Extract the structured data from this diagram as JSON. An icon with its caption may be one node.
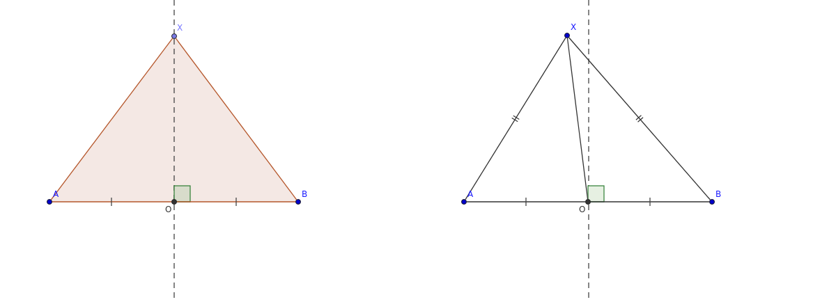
{
  "diagram": {
    "nodes": [
      {
        "text": [
          "A"
        ]
      },
      {
        "text": [
          "X"
        ]
      },
      {
        "text": [
          "B"
        ]
      },
      {
        "text": [
          "O"
        ]
      },
      {
        "text": [
          "A"
        ]
      },
      {
        "text": [
          "X"
        ]
      },
      {
        "text": [
          "B"
        ]
      },
      {
        "text": [
          "O"
        ]
      }
    ],
    "edges": [
      {
        "from": 0,
        "to": 1,
        "arrow": "none",
        "color": "#b5562a"
      },
      {
        "from": 1,
        "to": 2,
        "arrow": "none",
        "color": "#b5562a"
      },
      {
        "from": 0,
        "to": 3,
        "arrow": "none",
        "color": "#b5562a"
      },
      {
        "from": 3,
        "to": 2,
        "arrow": "none",
        "color": "#b5562a"
      },
      {
        "from": 4,
        "to": 5,
        "arrow": "none"
      },
      {
        "from": 5,
        "to": 6,
        "arrow": "none"
      },
      {
        "from": 5,
        "to": 7,
        "arrow": "none"
      },
      {
        "from": 4,
        "to": 7,
        "arrow": "none"
      },
      {
        "from": 7,
        "to": 6,
        "arrow": "none"
      }
    ]
  }
}
